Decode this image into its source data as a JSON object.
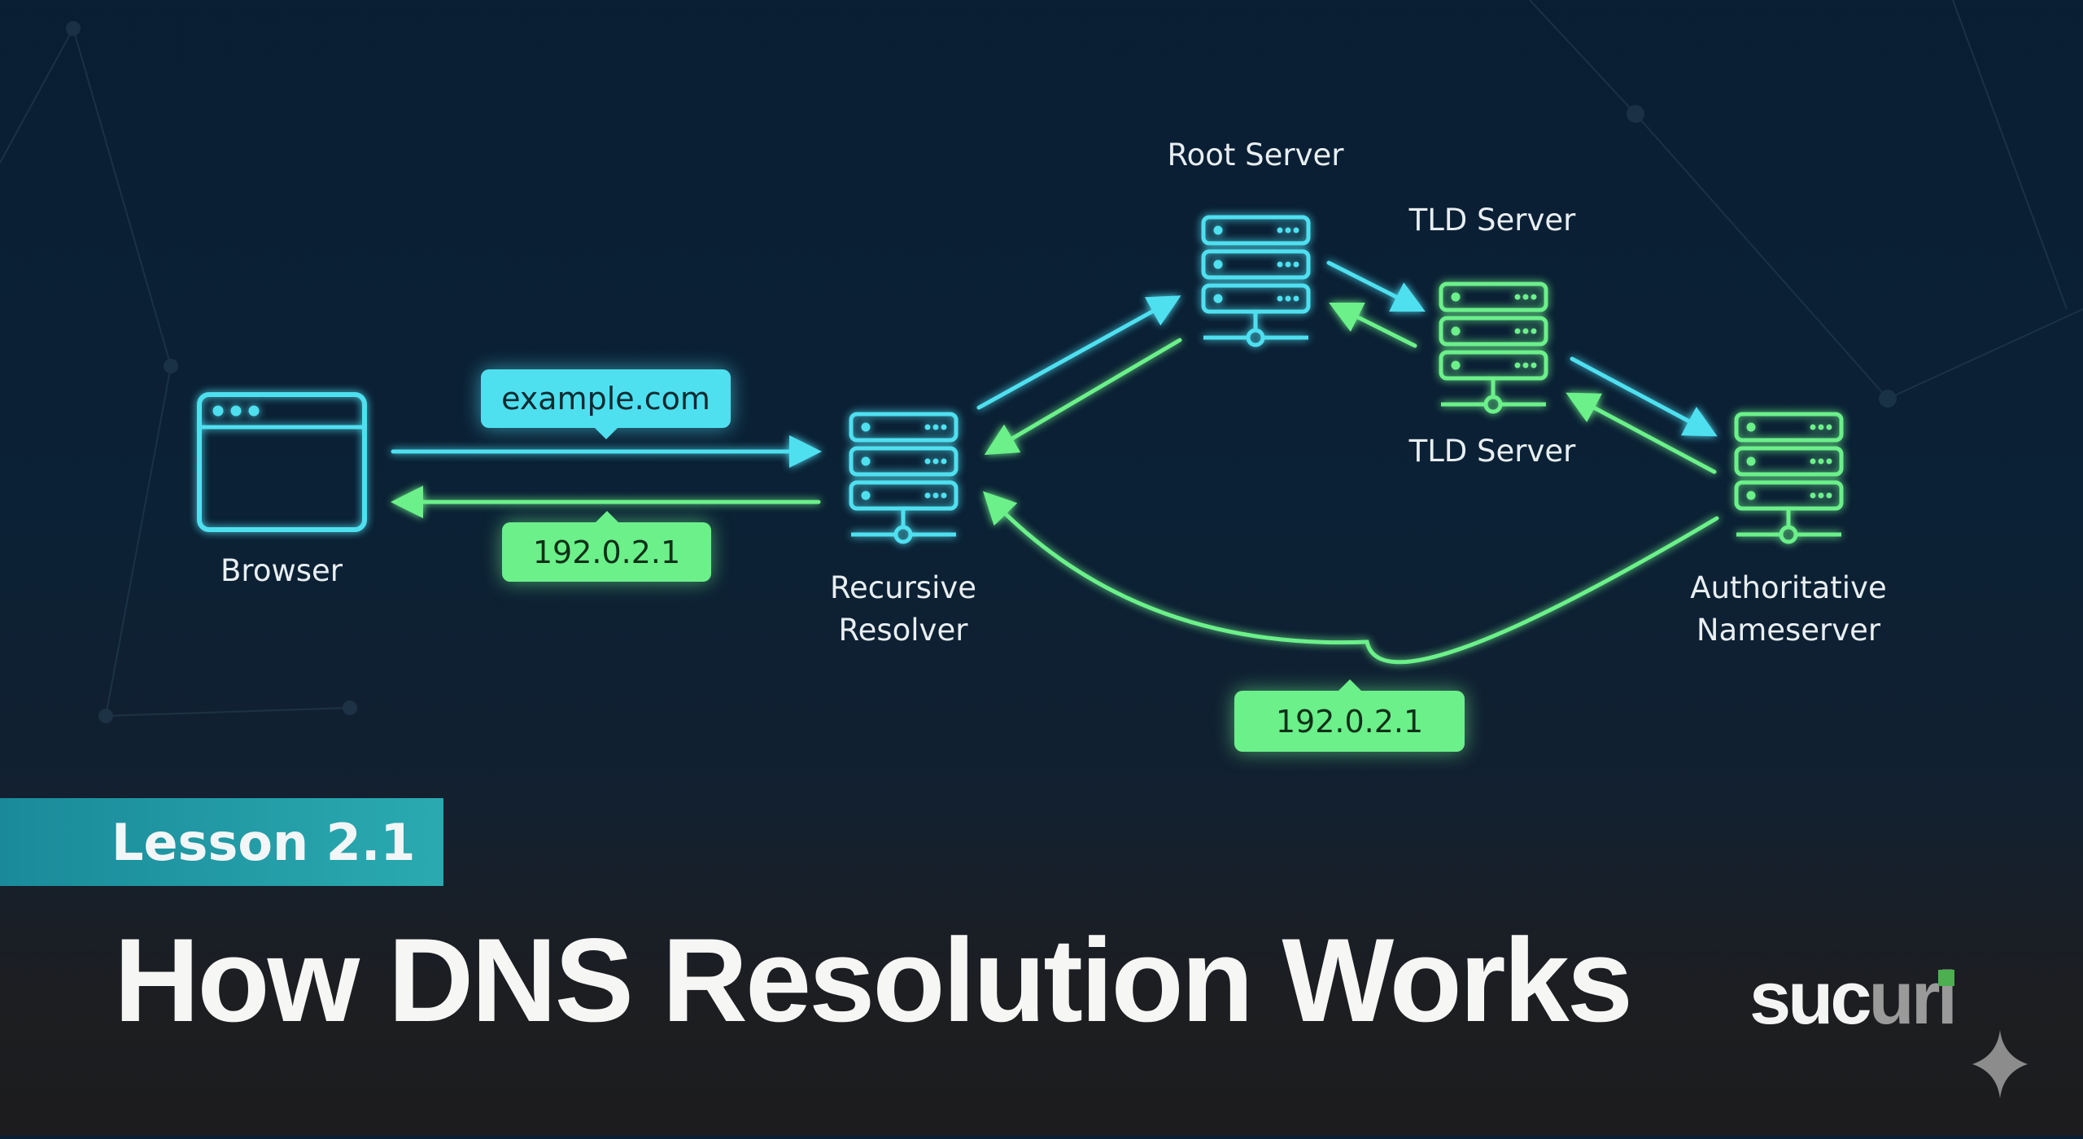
{
  "nodes": {
    "browser": {
      "label": "Browser"
    },
    "resolver": {
      "label_line1": "Recursive",
      "label_line2": "Resolver"
    },
    "root": {
      "label": "Root Server"
    },
    "tld": {
      "label_top": "TLD Server",
      "label_bottom": "TLD Server"
    },
    "authoritative": {
      "label_line1": "Authoritative",
      "label_line2": "Nameserver"
    }
  },
  "messages": {
    "query": "example.com",
    "answer_browser": "192.0.2.1",
    "answer_auth": "192.0.2.1"
  },
  "lesson": {
    "badge": "Lesson 2.1",
    "title": "How DNS Resolution Works"
  },
  "brand": {
    "logo_text": "sucuri"
  },
  "colors": {
    "cyan": "#4fe0f0",
    "green": "#6cf08a",
    "badge": "#1f9aa5"
  }
}
